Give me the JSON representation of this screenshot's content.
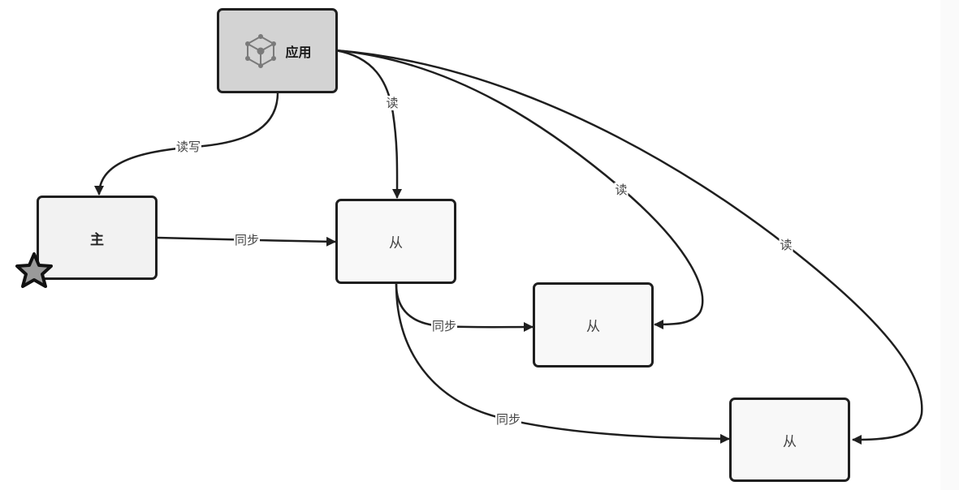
{
  "diagram": {
    "type": "replication-topology",
    "nodes": {
      "app": {
        "label": "应用",
        "icon": "cube-network-icon"
      },
      "master": {
        "label": "主",
        "badge": "star-icon"
      },
      "slave1": {
        "label": "从"
      },
      "slave2": {
        "label": "从"
      },
      "slave3": {
        "label": "从"
      }
    },
    "edges": {
      "app_master": {
        "label": "读写",
        "from": "应用",
        "to": "主"
      },
      "app_slave1": {
        "label": "读",
        "from": "应用",
        "to": "从1"
      },
      "app_slave2": {
        "label": "读",
        "from": "应用",
        "to": "从2"
      },
      "app_slave3": {
        "label": "读",
        "from": "应用",
        "to": "从3"
      },
      "master_slave1": {
        "label": "同步",
        "from": "主",
        "to": "从1"
      },
      "slave1_slave2": {
        "label": "同步",
        "from": "从1",
        "to": "从2"
      },
      "slave1_slave3": {
        "label": "同步",
        "from": "从1",
        "to": "从3"
      }
    },
    "colors": {
      "app_fill": "#d3d3d3",
      "master_fill": "#f2f2f2",
      "slave_fill": "#f8f8f8",
      "stroke": "#1f1f1f",
      "star_fill": "#9a9a9a"
    }
  }
}
